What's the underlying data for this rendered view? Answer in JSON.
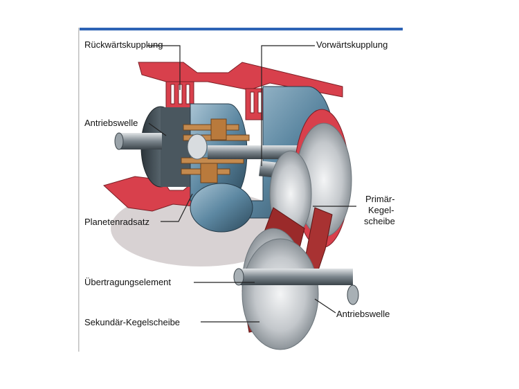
{
  "colors": {
    "header_bar": "#2e63b5",
    "housing_red": "#d8404c",
    "steel_blue": "#6f97b0",
    "silver": "#c9ccd0",
    "dark_steel": "#3e4a52",
    "belt": "#9a2a2a",
    "gear_bronze": "#c48a4e",
    "leader_line": "#222222"
  },
  "labels": {
    "rueckwaerts": "Rückwärtskupplung",
    "vorwaerts": "Vorwärtskupplung",
    "antriebswelle_left": "Antriebswelle",
    "primaer_line1": "Primär-",
    "primaer_line2": "Kegel-",
    "primaer_line3": "scheibe",
    "planeten": "Planetenradsatz",
    "uebertragung": "Übertragungselement",
    "antriebswelle_right": "Antriebswelle",
    "sekundaer": "Sekundär-Kegelscheibe"
  }
}
